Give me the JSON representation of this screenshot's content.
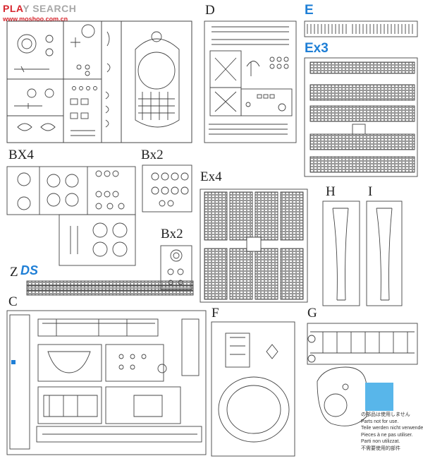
{
  "watermark": {
    "part1": "PLA",
    "part2": "Y SEARCH",
    "url": "www.moshoo.com.cn"
  },
  "labels": {
    "D": "D",
    "E": "E",
    "Ex3": "Ex3",
    "BX4": "BX4",
    "Bx2a": "Bx2",
    "Bx2b": "Bx2",
    "Ex4": "Ex4",
    "H": "H",
    "I": "I",
    "Z": "Z",
    "DS": "DS",
    "C": "C",
    "F": "F",
    "G": "G"
  },
  "colors": {
    "blue_label": "#1f7fd6",
    "swatch": "#58b6ea",
    "line": "#444444"
  },
  "notice": {
    "line1": "の部品は使用しません",
    "line2": "Parts not for use.",
    "line3": "Teile werden nicht verwendet.",
    "line4": "Pieces à ne pas utiliser.",
    "line5": "Parti non utilizzat.",
    "line6": "不需要使用的部件"
  }
}
